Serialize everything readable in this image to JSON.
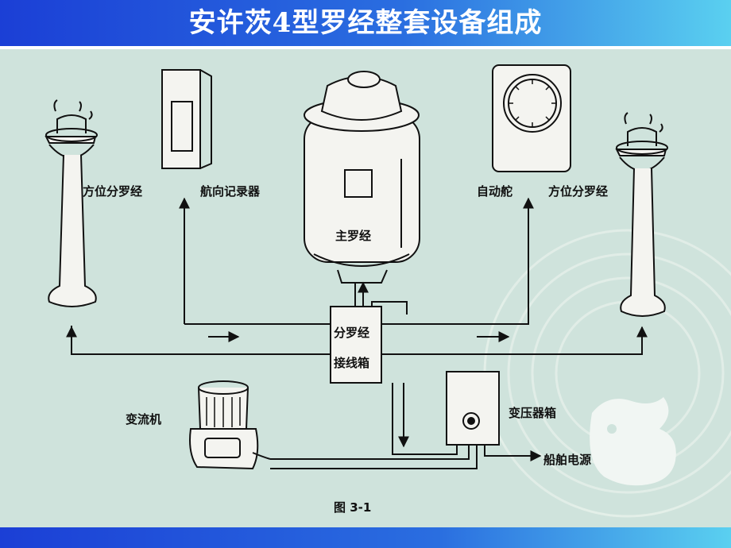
{
  "title": "安许茨4型罗经整套设备组成",
  "labels": {
    "azimuth_left": "方位分罗经",
    "course_recorder": "航向记录器",
    "master_compass": "主罗经",
    "autopilot": "自动舵",
    "azimuth_right": "方位分罗经",
    "junction_box_line1": "分罗经",
    "junction_box_line2": "接线箱",
    "converter": "变流机",
    "transformer_box": "变压器箱",
    "ship_power": "船舶电源",
    "figure_caption": "图 3-1"
  },
  "colors": {
    "background": "#cfe3dc",
    "title_bar_start": "#1b3fd6",
    "title_bar_end": "#5ad0f0",
    "line": "#111111"
  }
}
